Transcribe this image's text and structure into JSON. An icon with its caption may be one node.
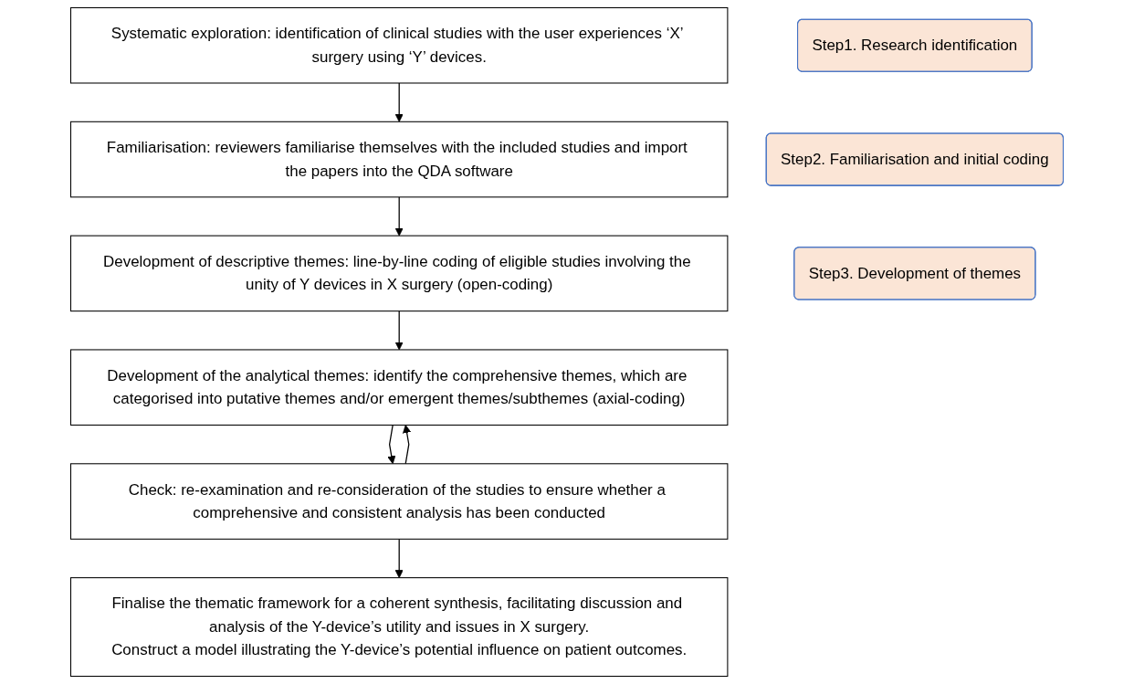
{
  "diagram": {
    "nodes": [
      {
        "text": [
          "Step1. Research identification"
        ]
      },
      {
        "text": [
          "Systematic exploration: identification of clinical studies with the user experiences ‘X’ surgery using ‘Y’ devices."
        ]
      },
      {
        "text": [
          "Step2. Familiarisation and initial coding"
        ]
      },
      {
        "text": [
          "Familiarisation: reviewers familiarise themselves with the included studies and import the papers into the QDA software"
        ]
      },
      {
        "text": [
          "Development of descriptive themes: line-by-line coding of eligible studies involving the unity of Y devices in X surgery (open-coding)"
        ]
      },
      {
        "text": [
          "Step3. Development of themes"
        ]
      },
      {
        "text": [
          "Development of the analytical themes: identify the comprehensive themes, which are categorised into putative themes and/or emergent themes/subthemes (axial-coding)"
        ]
      },
      {
        "text": [
          "Check: re-examination and re-consideration of the studies to ensure whether a comprehensive and consistent analysis has been conducted"
        ]
      },
      {
        "text": [
          "Finalise the thematic framework for a coherent synthesis, facilitating discussion and analysis of the Y-device’s utility and issues in X surgery.",
          "Construct a model illustrating the Y-device’s potential influence on patient outcomes."
        ]
      }
    ],
    "edges": [
      {
        "from": 1,
        "to": 3,
        "arrow": "to"
      },
      {
        "from": 3,
        "to": 4,
        "arrow": "to"
      },
      {
        "from": 4,
        "to": 6,
        "arrow": "to"
      },
      {
        "from": 6,
        "to": 7,
        "arrow": "to"
      },
      {
        "from": 7,
        "to": 6,
        "arrow": "to"
      },
      {
        "from": 7,
        "to": 8,
        "arrow": "to"
      }
    ]
  }
}
